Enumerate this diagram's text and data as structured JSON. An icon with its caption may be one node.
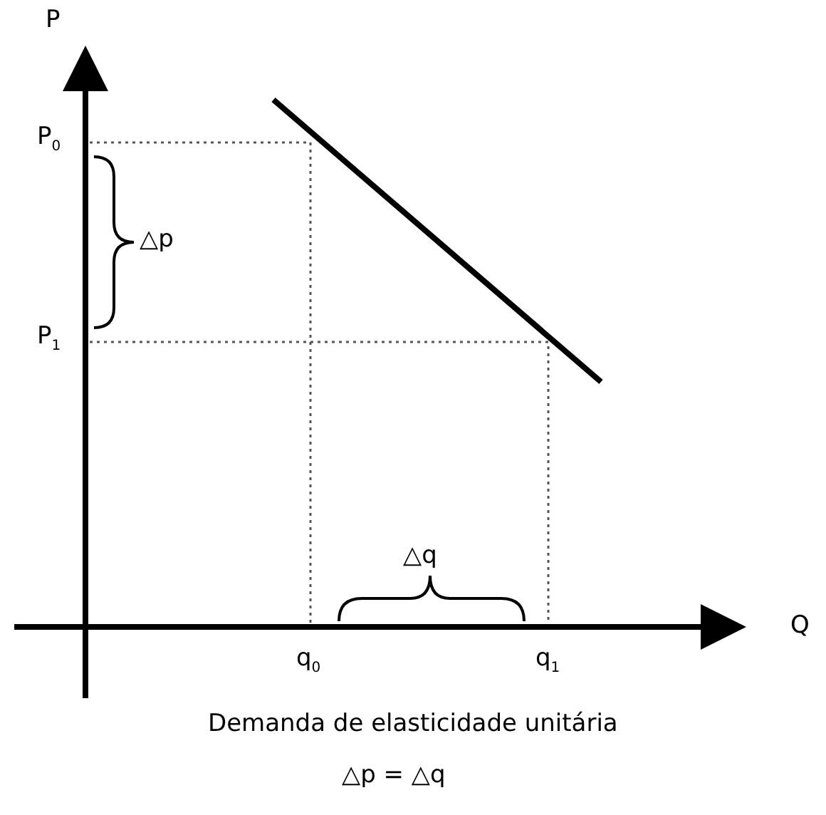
{
  "diagram": {
    "caption": "Demanda de elasticidade unitária",
    "labels": [
      "P",
      "P$_{0}$",
      "△p",
      "P$_{1}$",
      "△q",
      "Q",
      "q$_{0}$",
      "q$_{1}$",
      "△p = △q"
    ]
  }
}
